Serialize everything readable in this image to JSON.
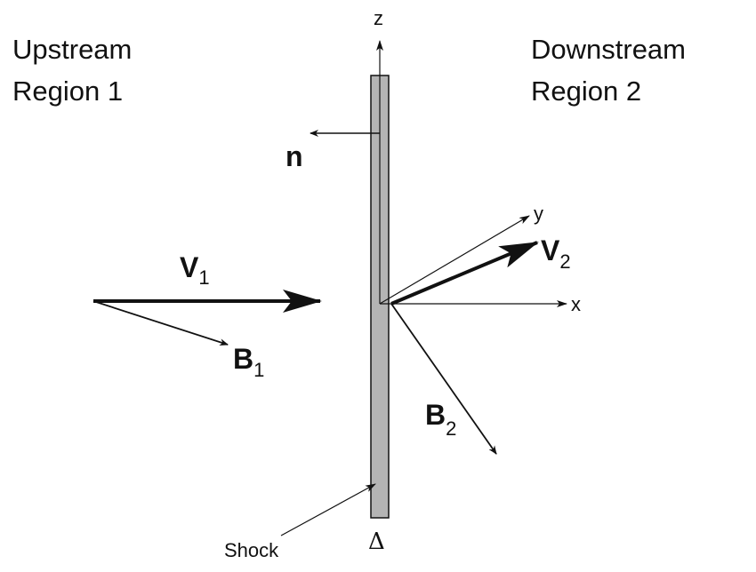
{
  "upstream": {
    "line1": "Upstream",
    "line2": "Region 1"
  },
  "downstream": {
    "line1": "Downstream",
    "line2": "Region 2"
  },
  "axes": {
    "z": "z",
    "y": "y",
    "x": "x"
  },
  "vectors": {
    "n": "n",
    "v1": {
      "symbol": "V",
      "sub": "1"
    },
    "b1": {
      "symbol": "B",
      "sub": "1"
    },
    "v2": {
      "symbol": "V",
      "sub": "2"
    },
    "b2": {
      "symbol": "B",
      "sub": "2"
    }
  },
  "shock_label": "Shock",
  "thickness_symbol": "Δ",
  "colors": {
    "shock_fill": "#b4b4b4",
    "ink": "#111111"
  }
}
